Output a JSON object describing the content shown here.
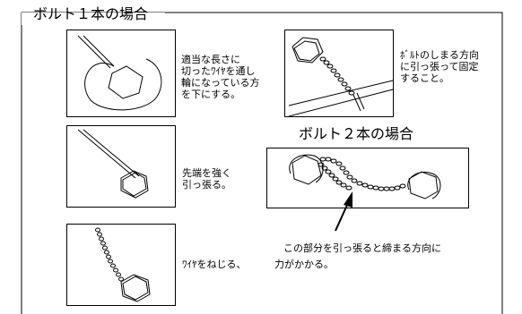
{
  "one_bolt": {
    "heading": "ボルト１本の場合",
    "step1": "適当な長さに\n切ったﾜｲﾔを通し\n輪になっている方\nを下にする。",
    "step2": "先端を強く\n引っ張る。",
    "step3": "ﾜｲﾔをねじる、",
    "step4": "ﾎﾞﾙﾄのしまる方向\nに引っ張って固定\nすること。"
  },
  "two_bolts": {
    "heading": "ボルト２本の場合",
    "note_a": "この部分を引っ張ると締まる方向に",
    "note_b": "力がかかる。"
  },
  "colors": {
    "line": "#000000",
    "background": "#ffffff"
  }
}
